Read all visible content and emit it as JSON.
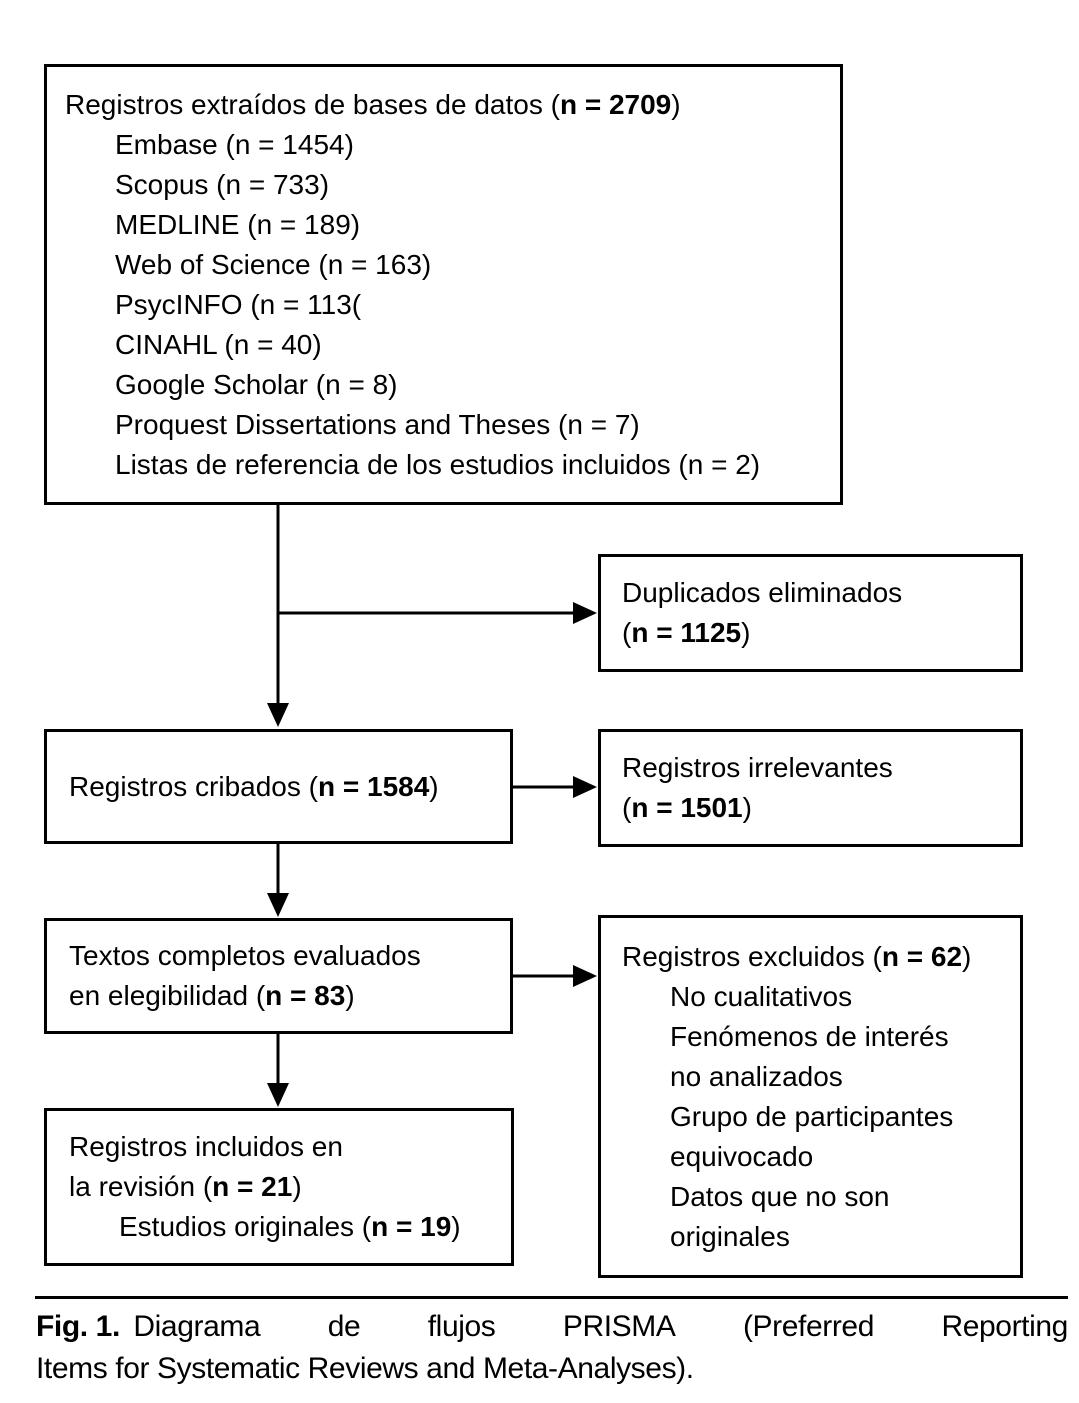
{
  "figure": {
    "boxes": {
      "databases": {
        "title": [
          "Registros extraídos de bases de datos (",
          "n = 2709",
          ")"
        ],
        "items": [
          "Embase (n = 1454)",
          "Scopus (n = 733)",
          "MEDLINE (n = 189)",
          "Web of Science (n = 163)",
          "PsycINFO (n = 113(",
          "CINAHL (n = 40)",
          "Google Scholar (n = 8)",
          "Proquest Dissertations and Theses (n = 7)",
          "Listas de referencia de los estudios incluidos (n = 2)"
        ]
      },
      "duplicates": {
        "line1": "Duplicados eliminados",
        "count": [
          "(",
          "n = 1125",
          ")"
        ]
      },
      "screened": {
        "title": [
          "Registros cribados (",
          "n = 1584",
          ")"
        ]
      },
      "irrelevant": {
        "line1": "Registros irrelevantes",
        "count": [
          "(",
          "n = 1501",
          ")"
        ]
      },
      "fulltext": {
        "line1": "Textos completos evaluados",
        "line2": [
          "en elegibilidad (",
          "n = 83",
          ")"
        ]
      },
      "excluded": {
        "title": [
          "Registros excluidos (",
          "n = 62",
          ")"
        ],
        "items": [
          "No cualitativos",
          "Fenómenos de interés",
          "no analizados",
          "Grupo de participantes",
          "equivocado",
          "Datos que no son",
          "originales"
        ]
      },
      "included": {
        "line1": "Registros incluidos en",
        "line2": [
          "la revisión (",
          "n = 21",
          ")"
        ],
        "line3": [
          "Estudios originales (",
          "n = 19",
          ")"
        ]
      }
    },
    "caption": {
      "fig_label": "Fig. 1.",
      "line1_rest": "Diagrama de flujos PRISMA (Preferred Reporting",
      "line2": "Items for Systematic Reviews and Meta-Analyses)."
    },
    "colors": {
      "text": "#000000",
      "border": "#000000",
      "background": "#ffffff"
    }
  }
}
